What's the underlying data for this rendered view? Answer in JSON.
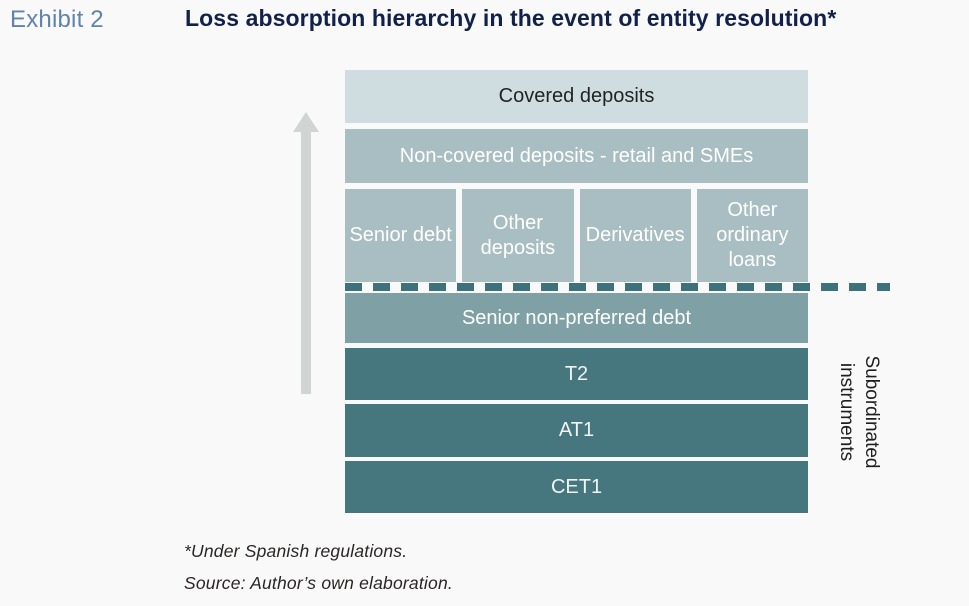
{
  "header": {
    "exhibit_label": "Exhibit 2",
    "title": "Loss absorption hierarchy in the event of entity resolution*"
  },
  "diagram": {
    "levels": {
      "covered_deposits": "Covered deposits",
      "non_covered_deposits": "Non-covered deposits - retail and SMEs",
      "ordinary_tier": [
        "Senior debt",
        "Other deposits",
        "Derivatives",
        "Other ordinary loans"
      ],
      "senior_non_preferred": "Senior non-preferred debt",
      "t2": "T2",
      "at1": "AT1",
      "cet1": "CET1"
    },
    "side_label": {
      "line1": "Subordinated",
      "line2": "instruments"
    },
    "icons": {
      "arrow": "upward-arrow-icon"
    }
  },
  "footnotes": [
    "*Under Spanish regulations.",
    "Source: Author’s own elaboration."
  ],
  "colors": {
    "background": "#f8f9f8",
    "light_box": "#d0dde0",
    "mid_box": "#a9bec2",
    "senior_non_preferred_box": "#7fa1a6",
    "dark_box": "#46777e",
    "dashed_line": "#3d727c",
    "title_text": "#11214a",
    "exhibit_label_text": "#5f83aa",
    "arrow": "#d2d4d3",
    "box_text_light": "#ffffff",
    "box_text_dark": "#1d2326"
  }
}
